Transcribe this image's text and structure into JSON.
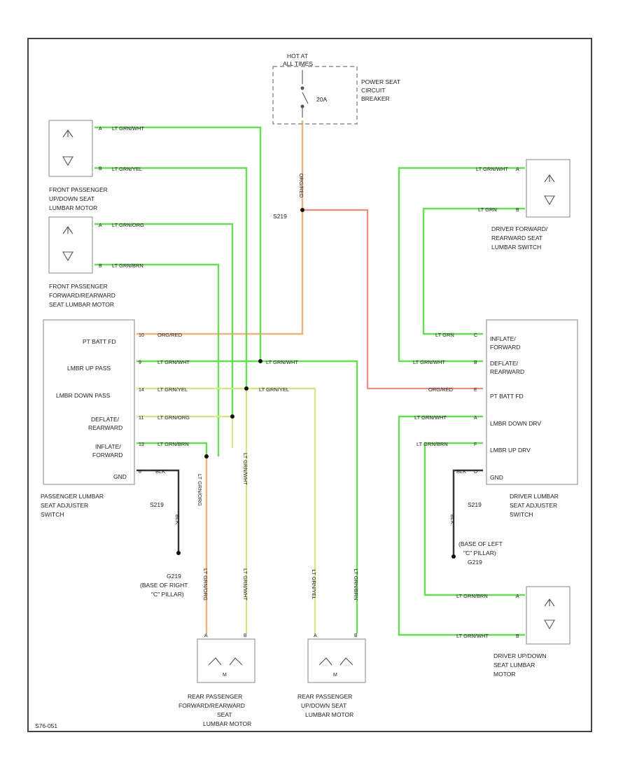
{
  "breaker": {
    "title_lines": [
      "HOT AT",
      "ALL TIMES"
    ],
    "name_lines": [
      "POWER SEAT",
      "CIRCUIT",
      "BREAKER"
    ],
    "rating": "20A"
  },
  "splices": {
    "s_top": "S219",
    "s_left": "S219",
    "s_right": "S219"
  },
  "grounds": {
    "left_lines": [
      "G219",
      "(BASE OF RIGHT",
      "\"C\" PILLAR)"
    ],
    "right_lines": [
      "(BASE OF LEFT",
      "\"C\" PILLAR)",
      "G219"
    ]
  },
  "components": {
    "front_updown_motor": [
      "FRONT PASSENGER",
      "UP/DOWN SEAT",
      "LUMBAR MOTOR"
    ],
    "front_fwdrev_motor": [
      "FRONT PASSENGER",
      "FORWARD/REARWARD",
      "SEAT LUMBAR MOTOR"
    ],
    "passenger_switch": [
      "PASSENGER LUMBAR",
      "SEAT ADJUSTER",
      "SWITCH"
    ],
    "driver_fwdrev_switch": [
      "DRIVER FORWARD/",
      "REARWARD SEAT",
      "LUMBAR SWITCH"
    ],
    "driver_switch": [
      "DRIVER LUMBAR",
      "SEAT ADJUSTER",
      "SWITCH"
    ],
    "driver_updown_motor": [
      "DRIVER UP/DOWN",
      "SEAT LUMBAR",
      "MOTOR"
    ],
    "rear_fwdrev_motor": [
      "REAR PASSENGER",
      "FORWARD/REARWARD",
      "SEAT",
      "LUMBAR MOTOR"
    ],
    "rear_updown_motor": [
      "REAR PASSENGER",
      "UP/DOWN SEAT",
      "LUMBAR MOTOR"
    ]
  },
  "passenger_pins": [
    "PT BATT FD",
    "LMBR UP PASS",
    "LMBR DOWN PASS",
    "DEFLATE/",
    "REARWARD",
    "INFLATE/",
    "FORWARD",
    "GND"
  ],
  "driver_pins": [
    "INFLATE/",
    "FORWARD",
    "DEFLATE/",
    "REARWARD",
    "PT BATT FD",
    "LMBR DOWN DRV",
    "LMBR UP DRV",
    "GND"
  ],
  "wires": {
    "lt_grn_wht": "LT GRN/WHT",
    "lt_grn_yel": "LT GRN/YEL",
    "lt_grn_org": "LT GRN/ORG",
    "lt_grn_brn": "LT GRN/BRN",
    "org_red": "ORG/RED",
    "lt_grn": "LT GRN",
    "blk": "BLK"
  },
  "footer_code": "S76-051"
}
